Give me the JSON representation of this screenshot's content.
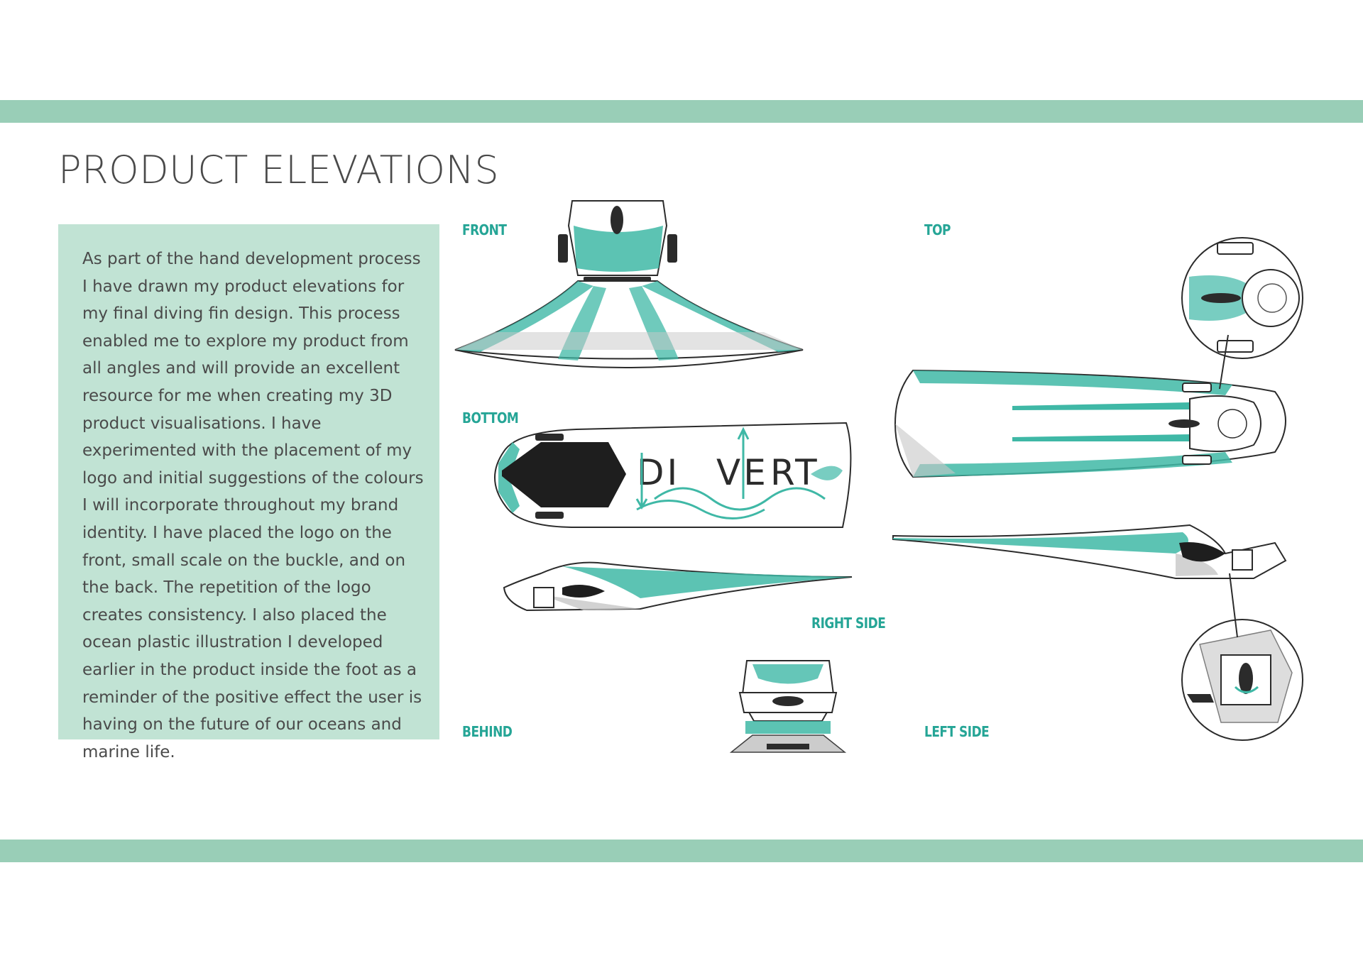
{
  "page": {
    "title": "PRODUCT ELEVATIONS",
    "body": "As part of the hand development process I have drawn my product elevations for my final diving fin design. This process enabled me to explore my product from all angles and will provide an excellent resource for me when creating my 3D product visualisations. I have experimented with the placement of my logo and initial suggestions of the colours I will incorporate throughout my brand identity. I have placed the logo on the front, small scale on the buckle, and on the back. The repetition of the logo creates consistency. I also placed the ocean plastic illustration I developed earlier in the product inside the foot as a reminder of the positive effect the user is having on the future of our oceans and marine life."
  },
  "labels": {
    "front": "FRONT",
    "top": "TOP",
    "bottom": "BOTTOM",
    "right_side": "RIGHT SIDE",
    "behind": "BEHIND",
    "left_side": "LEFT SIDE"
  },
  "logo": {
    "left": "DI",
    "middle": "VE",
    "right": "RT"
  },
  "colors": {
    "band": "#99ceb7",
    "panel": "#c1e3d4",
    "label": "#25a596",
    "fin_teal": "#3fb8a6",
    "fin_grey": "#c7c7c7"
  }
}
